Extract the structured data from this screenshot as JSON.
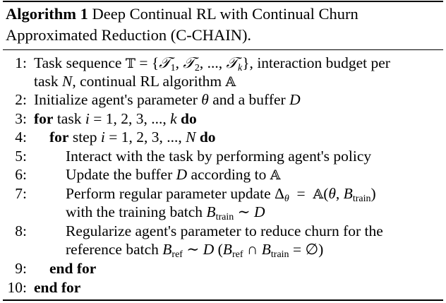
{
  "algorithm": {
    "label": "Algorithm 1",
    "title": "Deep Continual RL with Continual Churn Approximated Reduction (C-CHAIN)."
  },
  "lines": [
    {
      "num": "1:",
      "text": "Task sequence 𝕋 = {𝒯₁, 𝒯₂, ..., 𝒯ₖ}, interaction budget per task N, continual RL algorithm 𝔸"
    },
    {
      "num": "2:",
      "text": "Initialize agent's parameter θ and a buffer D"
    },
    {
      "num": "3:",
      "text": "for task i = 1, 2, 3, ..., k do"
    },
    {
      "num": "4:",
      "text": "for step i = 1, 2, 3, ..., N do"
    },
    {
      "num": "5:",
      "text": "Interact with the task by performing agent's policy"
    },
    {
      "num": "6:",
      "text": "Update the buffer D according to 𝔸"
    },
    {
      "num": "7:",
      "text": "Perform regular parameter update Δθ = 𝔸(θ, Btrain) with the training batch Btrain ∼ D"
    },
    {
      "num": "8:",
      "text": "Regularize agent's parameter to reduce churn for the reference batch Bref ∼ D (Bref ∩ Btrain = ∅)"
    },
    {
      "num": "9:",
      "text": "end for"
    },
    {
      "num": "10:",
      "text": "end for"
    }
  ],
  "words": {
    "task_sequence": "Task sequence",
    "interaction_budget": "interaction budget per",
    "task_N": "task",
    "continual_rl": "continual RL algorithm",
    "initialize": "Initialize agent's parameter",
    "and_buffer": "and a buffer",
    "for": "for",
    "task": "task",
    "do": "do",
    "step": "step",
    "interact": "Interact with the task by performing agent's policy",
    "update_buffer": "Update the buffer",
    "according_to": "according to",
    "perform": "Perform regular parameter update",
    "with_training": "with the training batch",
    "regularize": "Regularize agent's parameter to reduce churn for the",
    "reference_batch": "reference batch",
    "end_for": "end for"
  }
}
